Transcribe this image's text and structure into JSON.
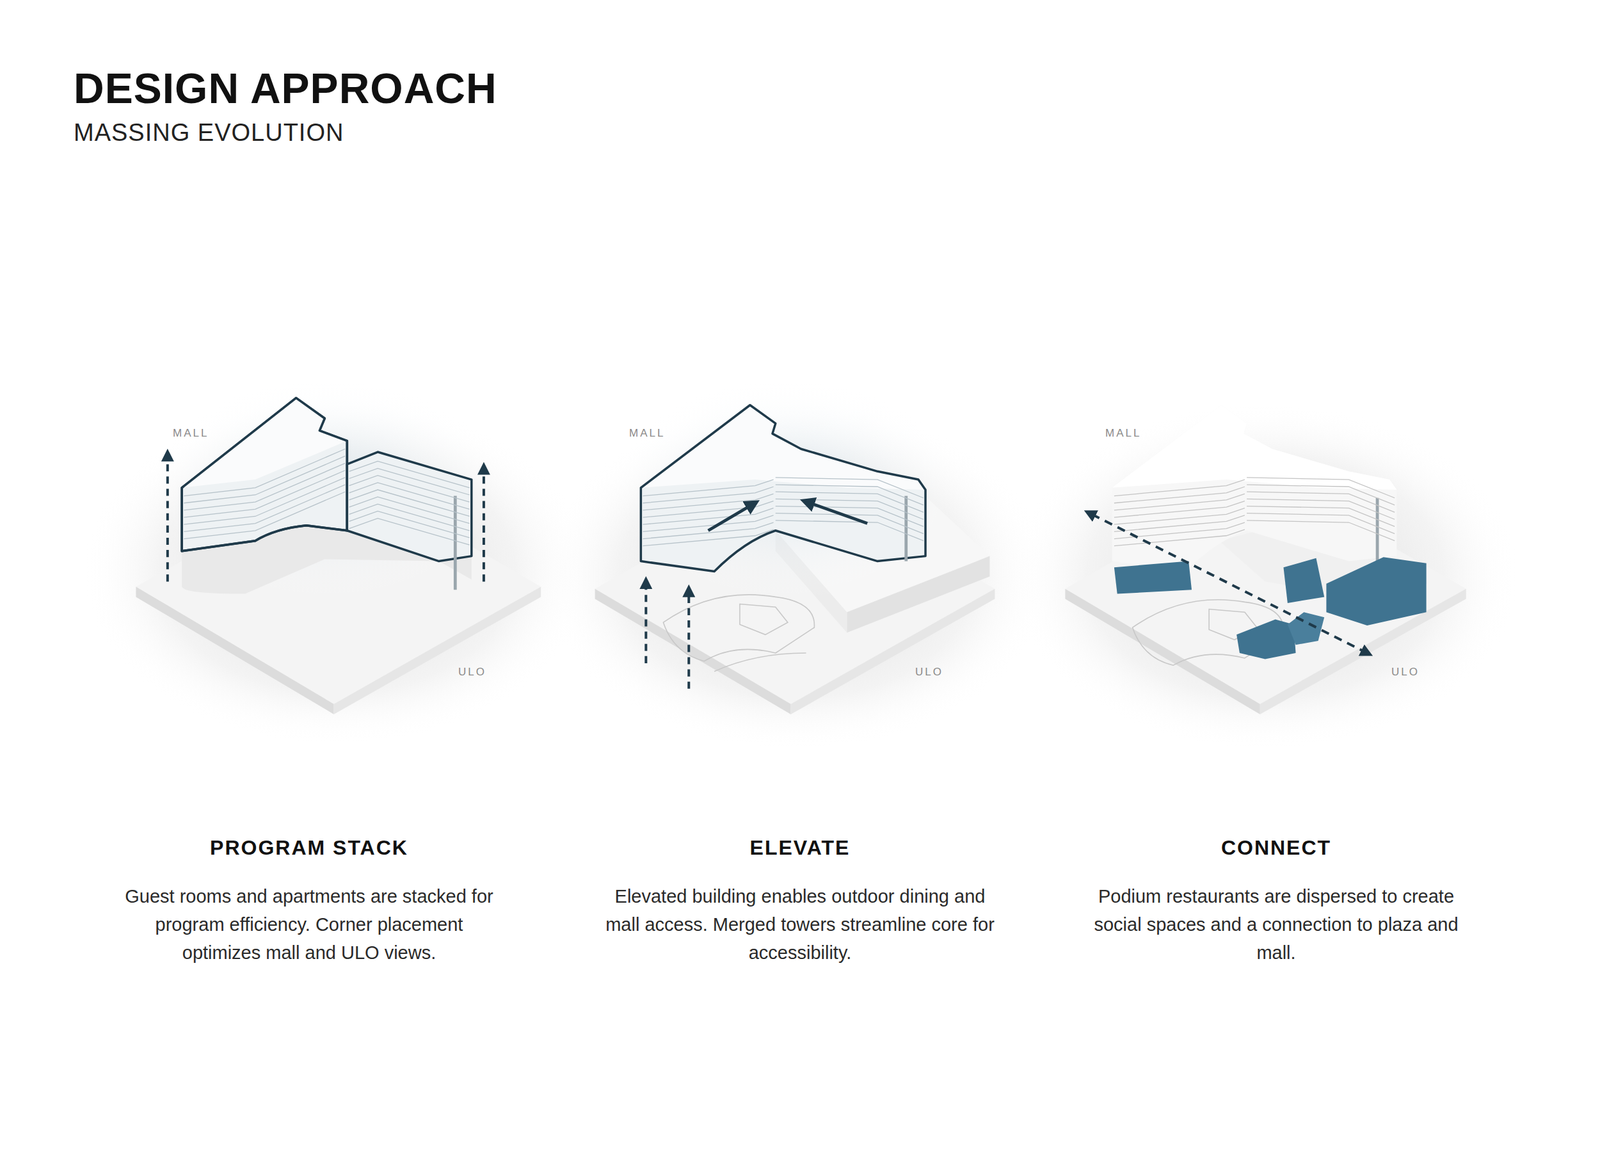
{
  "diagram": {
    "title": "DESIGN APPROACH",
    "labels": [
      "MASSING EVOLUTION",
      "MALL",
      "ULO",
      "MALL",
      "ULO",
      "MALL",
      "ULO",
      "PROGRAM STACK",
      "Guest rooms and apartments are stacked for program efficiency. Corner placement optimizes mall and ULO views.",
      "ELEVATE",
      "Elevated building enables outdoor dining and mall access. Merged towers streamline core for accessibility.",
      "CONNECT",
      "Podium restaurants are dispersed to create social spaces and a connection to plaza and mall."
    ]
  }
}
